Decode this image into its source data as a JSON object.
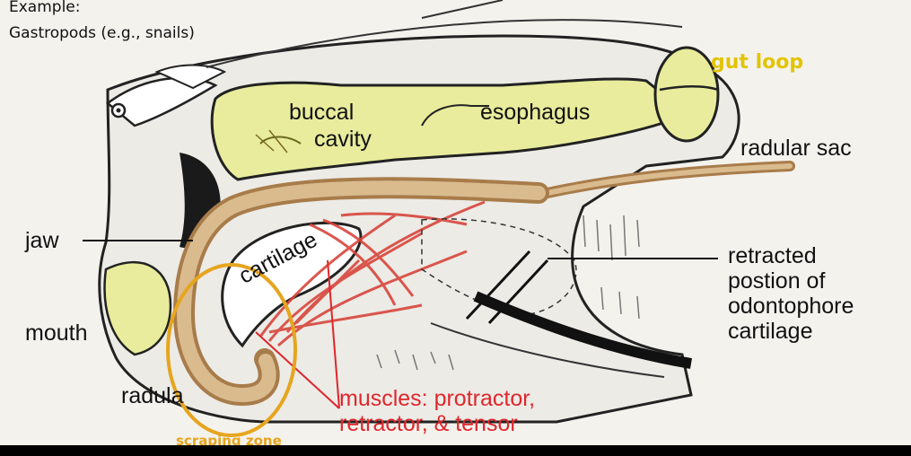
{
  "caption": {
    "line1": "Example:",
    "line2": "Gastropods (e.g., snails)"
  },
  "labels": {
    "gut_loop": "gut loop",
    "buccal": "buccal",
    "cavity": "cavity",
    "esophagus": "esophagus",
    "radular_sac": "radular sac",
    "jaw": "jaw",
    "cartilage": "cartilage",
    "retracted_1": "retracted",
    "retracted_2": "postion of",
    "retracted_3": "odontophore",
    "retracted_4": "cartilage",
    "mouth": "mouth",
    "radula": "radula",
    "muscles_1": "muscles: protractor,",
    "muscles_2": "retractor, & tensor",
    "scraping_zone": "scraping zone"
  },
  "colors": {
    "background": "#f4f2ed",
    "tissue_yellow": "#e8ec9c",
    "muscle_red": "#d8453c",
    "radula_tan": "#c9a472",
    "annotation_orange": "#e6a51e",
    "annotation_red": "#e0262c",
    "label_yellow": "#e2c400"
  }
}
